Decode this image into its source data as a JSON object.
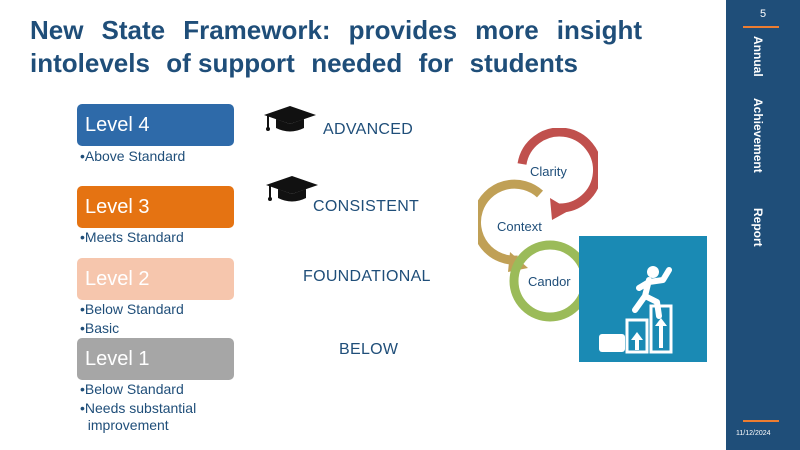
{
  "title": {
    "line1": [
      "New",
      "State",
      "Framework:",
      "provides",
      "more",
      "insight"
    ],
    "line2": [
      "intolevels",
      "of support",
      "needed",
      "for",
      "students"
    ]
  },
  "levels": [
    {
      "name": "Level 4",
      "color": "#2e6aa9",
      "bullets": [
        "•Above Standard"
      ],
      "descriptor": "ADVANCED"
    },
    {
      "name": "Level 3",
      "color": "#e57312",
      "bullets": [
        "•Meets Standard"
      ],
      "descriptor": "CONSISTENT"
    },
    {
      "name": "Level 2",
      "color": "#f6c6ad",
      "bullets": [
        "•Below Standard",
        "•Basic"
      ],
      "descriptor": "FOUNDATIONAL"
    },
    {
      "name": "Level 1",
      "color": "#a6a6a6",
      "bullets": [
        "•Below Standard",
        "•Needs substantial\n  improvement"
      ],
      "descriptor": "BELOW"
    }
  ],
  "cycle": {
    "labels": [
      "Clarity",
      "Context",
      "Candor"
    ],
    "colors": [
      "#c0504d",
      "#c0a056",
      "#9bbb59"
    ]
  },
  "sidebar": {
    "page_number": "5",
    "words": [
      "Annual",
      "Achievement",
      "Report"
    ],
    "date": "11/12/2024",
    "accent": "#ed7d31",
    "background": "#1f4e79"
  },
  "icons": {
    "advanced": "graduation-cap-icon",
    "consistent": "graduation-cap-icon",
    "growth": "climbing-stairs-icon"
  }
}
